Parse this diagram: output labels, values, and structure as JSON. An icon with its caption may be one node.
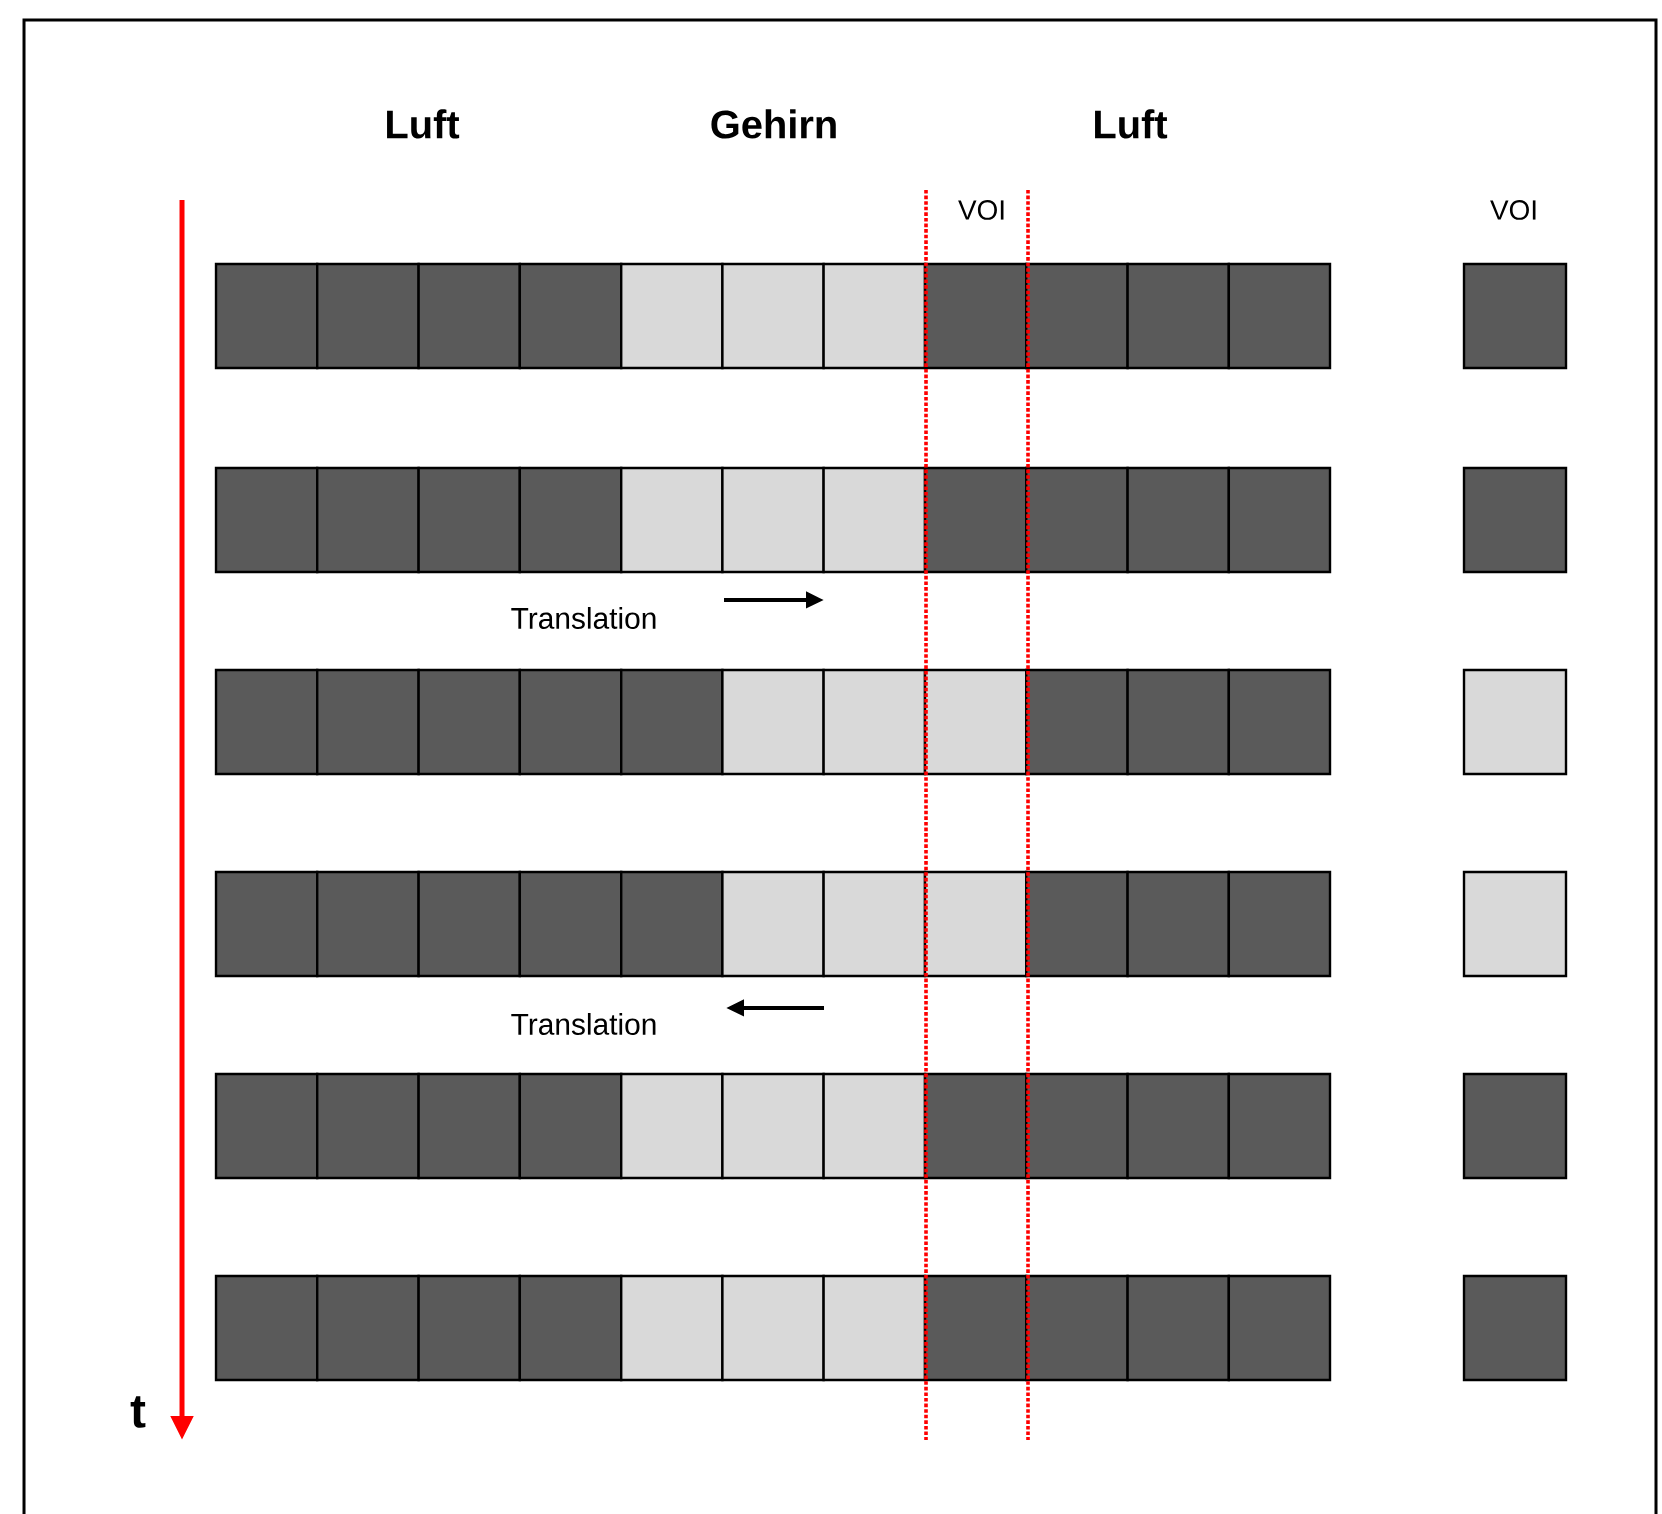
{
  "diagram": {
    "labels": [
      "Luft",
      "Gehirn",
      "Luft",
      "VOI",
      "VOI",
      "Translation",
      "Translation",
      "t"
    ]
  }
}
